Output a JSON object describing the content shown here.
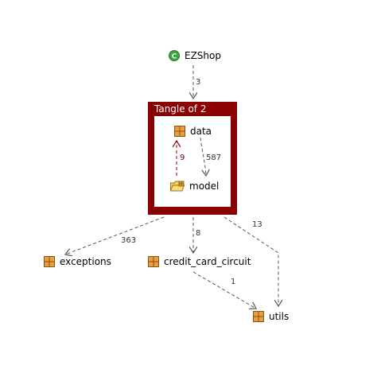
{
  "nodes": {
    "ezshop": {
      "label": "EZShop",
      "icon": "class-icon",
      "icon_letter": "C"
    },
    "data": {
      "label": "data",
      "icon": "package-icon"
    },
    "model": {
      "label": "model",
      "icon": "package-folder-icon"
    },
    "exceptions": {
      "label": "exceptions",
      "icon": "package-icon"
    },
    "credit_card_circuit": {
      "label": "credit_card_circuit",
      "icon": "package-icon"
    },
    "utils": {
      "label": "utils",
      "icon": "package-icon"
    }
  },
  "tangle": {
    "title": "Tangle of 2"
  },
  "edges": {
    "ezshop_to_tangle": "3",
    "data_to_model": "587",
    "model_to_data": "9",
    "tangle_to_exceptions": "363",
    "tangle_to_credit_card_circuit": "8",
    "tangle_to_utils": "13",
    "credit_card_circuit_to_utils": "1"
  },
  "colors": {
    "tangle": "#8b0000",
    "cycle_edge": "#8b0000",
    "edge": "#555555",
    "class_icon": "#3aa63a",
    "package_icon": "#d08a2a"
  }
}
